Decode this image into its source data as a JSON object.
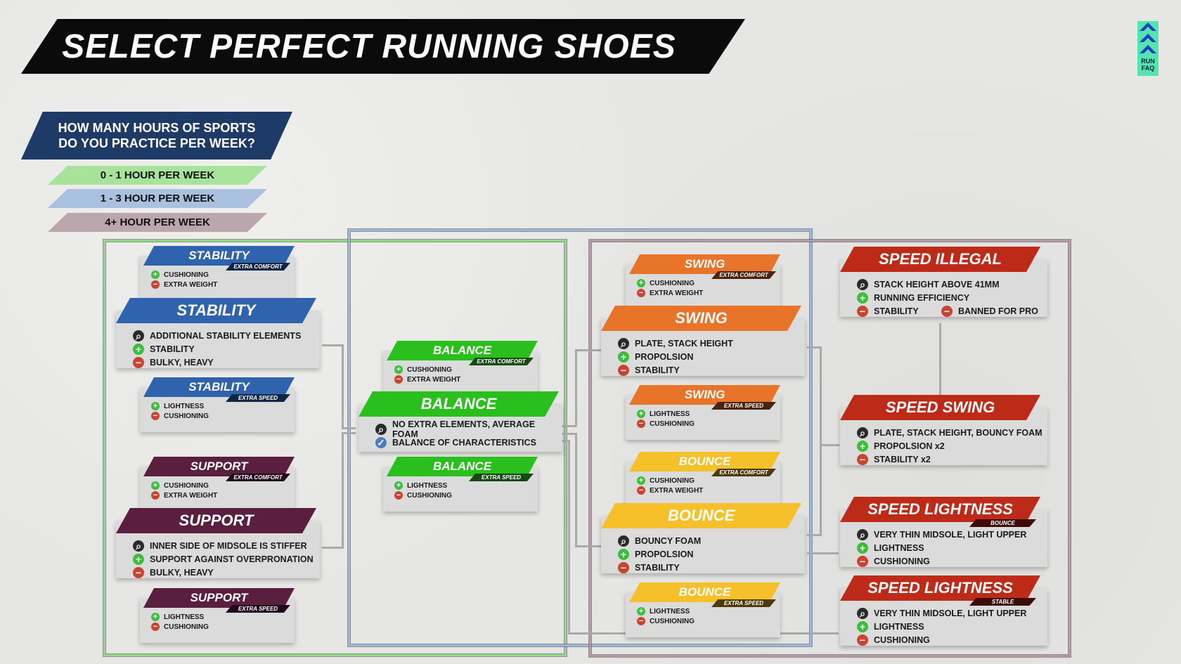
{
  "title": "SELECT PERFECT RUNNING SHOES",
  "logo": {
    "line1": "RUN",
    "line2": "FAQ",
    "icon": "triple-chevron-up-icon"
  },
  "question": {
    "line1": "HOW MANY HOURS OF SPORTS",
    "line2": "DO YOU PRACTICE PER WEEK?"
  },
  "legend": [
    {
      "label": "0 - 1 HOUR PER WEEK",
      "color": "#a8e39c"
    },
    {
      "label": "1 - 3 HOUR PER WEEK",
      "color": "#a9c0de"
    },
    {
      "label": "4+ HOUR PER WEEK",
      "color": "#bca6ae"
    }
  ],
  "frames": {
    "green": "#8fd88a",
    "blue": "#9db8dc",
    "mauve": "#b49aa7"
  },
  "stability": {
    "color": "#2f63ae",
    "sub_color": "#0f2647",
    "comfort": {
      "title": "STABILITY",
      "tag": "EXTRA COMFORT",
      "rows": [
        {
          "icon": "plus",
          "text": "CUSHIONING"
        },
        {
          "icon": "minus",
          "text": "EXTRA WEIGHT"
        }
      ]
    },
    "main": {
      "title": "STABILITY",
      "rows": [
        {
          "icon": "search",
          "text": "ADDITIONAL STABILITY ELEMENTS"
        },
        {
          "icon": "plus",
          "text": "STABILITY"
        },
        {
          "icon": "minus",
          "text": "BULKY, HEAVY"
        }
      ]
    },
    "speed": {
      "title": "STABILITY",
      "tag": "EXTRA SPEED",
      "rows": [
        {
          "icon": "plus",
          "text": "LIGHTNESS"
        },
        {
          "icon": "minus",
          "text": "CUSHIONING"
        }
      ]
    }
  },
  "support": {
    "color": "#5a1f3f",
    "sub_color": "#22081a",
    "comfort": {
      "title": "SUPPORT",
      "tag": "EXTRA COMFORT",
      "rows": [
        {
          "icon": "plus",
          "text": "CUSHIONING"
        },
        {
          "icon": "minus",
          "text": "EXTRA WEIGHT"
        }
      ]
    },
    "main": {
      "title": "SUPPORT",
      "rows": [
        {
          "icon": "search",
          "text": "INNER SIDE OF MIDSOLE IS STIFFER"
        },
        {
          "icon": "plus",
          "text": "SUPPORT AGAINST OVERPRONATION"
        },
        {
          "icon": "minus",
          "text": "BULKY, HEAVY"
        }
      ]
    },
    "speed": {
      "title": "SUPPORT",
      "tag": "EXTRA SPEED",
      "rows": [
        {
          "icon": "plus",
          "text": "LIGHTNESS"
        },
        {
          "icon": "minus",
          "text": "CUSHIONING"
        }
      ]
    }
  },
  "balance": {
    "color": "#2bbf1e",
    "sub_color": "#164a12",
    "comfort": {
      "title": "BALANCE",
      "tag": "EXTRA COMFORT",
      "rows": [
        {
          "icon": "plus",
          "text": "CUSHIONING"
        },
        {
          "icon": "minus",
          "text": "EXTRA WEIGHT"
        }
      ]
    },
    "main": {
      "title": "BALANCE",
      "rows": [
        {
          "icon": "search",
          "text": "NO EXTRA ELEMENTS, AVERAGE FOAM"
        },
        {
          "icon": "check",
          "text": "BALANCE OF CHARACTERISTICS"
        }
      ]
    },
    "speed": {
      "title": "BALANCE",
      "tag": "EXTRA SPEED",
      "rows": [
        {
          "icon": "plus",
          "text": "LIGHTNESS"
        },
        {
          "icon": "minus",
          "text": "CUSHIONING"
        }
      ]
    }
  },
  "swing": {
    "color": "#e8742a",
    "sub_color": "#4a2409",
    "comfort": {
      "title": "SWING",
      "tag": "EXTRA COMFORT",
      "rows": [
        {
          "icon": "plus",
          "text": "CUSHIONING"
        },
        {
          "icon": "minus",
          "text": "EXTRA WEIGHT"
        }
      ]
    },
    "main": {
      "title": "SWING",
      "rows": [
        {
          "icon": "search",
          "text": "PLATE, STACK HEIGHT"
        },
        {
          "icon": "plus",
          "text": "PROPOLSION"
        },
        {
          "icon": "minus",
          "text": "STABILITY"
        }
      ]
    },
    "speed": {
      "title": "SWING",
      "tag": "EXTRA SPEED",
      "rows": [
        {
          "icon": "plus",
          "text": "LIGHTNESS"
        },
        {
          "icon": "minus",
          "text": "CUSHIONING"
        }
      ]
    }
  },
  "bounce": {
    "color": "#f6c02b",
    "sub_color": "#4d3a07",
    "comfort": {
      "title": "BOUNCE",
      "tag": "EXTRA COMFORT",
      "rows": [
        {
          "icon": "plus",
          "text": "CUSHIONING"
        },
        {
          "icon": "minus",
          "text": "EXTRA WEIGHT"
        }
      ]
    },
    "main": {
      "title": "BOUNCE",
      "rows": [
        {
          "icon": "search",
          "text": "BOUNCY FOAM"
        },
        {
          "icon": "plus",
          "text": "PROPOLSION"
        },
        {
          "icon": "minus",
          "text": "STABILITY"
        }
      ]
    },
    "speed": {
      "title": "BOUNCE",
      "tag": "EXTRA SPEED",
      "rows": [
        {
          "icon": "plus",
          "text": "LIGHTNESS"
        },
        {
          "icon": "minus",
          "text": "CUSHIONING"
        }
      ]
    }
  },
  "speed": {
    "color": "#bd2a18",
    "sub_color": "#3e0c07",
    "illegal": {
      "title": "SPEED ILLEGAL",
      "rows": [
        {
          "icon": "search",
          "text": "STACK HEIGHT ABOVE 41MM"
        },
        {
          "icon": "plus",
          "text": "RUNNING EFFICIENCY"
        },
        {
          "icon": "minus",
          "text": "STABILITY"
        },
        {
          "icon": "minus",
          "text": "BANNED FOR PRO"
        }
      ]
    },
    "swing": {
      "title": "SPEED SWING",
      "rows": [
        {
          "icon": "search",
          "text": "PLATE, STACK HEIGHT, BOUNCY FOAM"
        },
        {
          "icon": "plus",
          "text": "PROPOLSION x2"
        },
        {
          "icon": "minus",
          "text": "STABILITY x2"
        }
      ]
    },
    "light_bounce": {
      "title": "SPEED LIGHTNESS",
      "tag": "BOUNCE",
      "rows": [
        {
          "icon": "search",
          "text": "VERY THIN MIDSOLE, LIGHT UPPER"
        },
        {
          "icon": "plus",
          "text": "LIGHTNESS"
        },
        {
          "icon": "minus",
          "text": "CUSHIONING"
        }
      ]
    },
    "light_stable": {
      "title": "SPEED LIGHTNESS",
      "tag": "STABLE",
      "rows": [
        {
          "icon": "search",
          "text": "VERY THIN MIDSOLE, LIGHT UPPER"
        },
        {
          "icon": "plus",
          "text": "LIGHTNESS"
        },
        {
          "icon": "minus",
          "text": "CUSHIONING"
        }
      ]
    }
  }
}
